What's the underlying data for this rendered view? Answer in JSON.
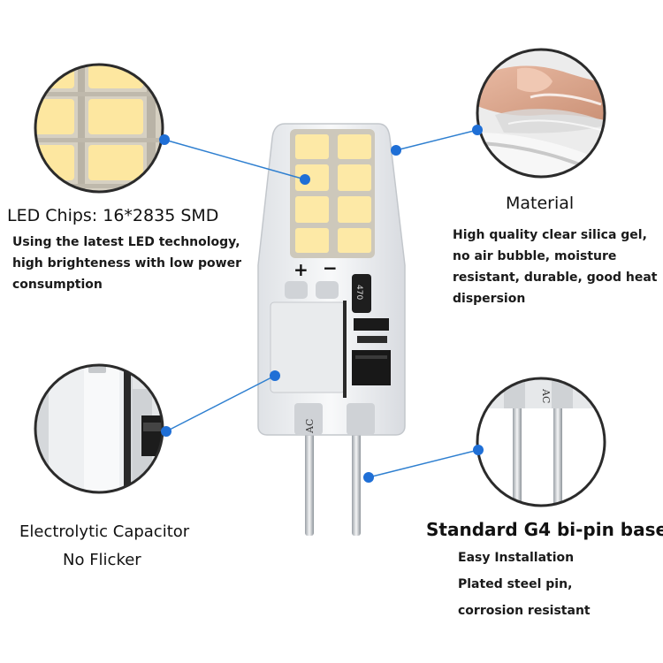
{
  "callouts": {
    "led": {
      "title": "LED Chips: 16*2835 SMD",
      "lines": [
        "Using the latest LED technology,",
        "high brighteness with low power",
        "consumption"
      ]
    },
    "material": {
      "title": "Material",
      "lines": [
        "High quality clear silica gel,",
        "no air bubble, moisture",
        "resistant, durable, good heat",
        "dispersion"
      ]
    },
    "capacitor": {
      "title": "Electrolytic Capacitor",
      "subtitle": "No Flicker"
    },
    "base": {
      "title": "Standard G4 bi-pin base",
      "lines": [
        "Easy Installation",
        "Plated steel pin,",
        "corrosion resistant"
      ]
    }
  },
  "bulb": {
    "plus_mark": "+",
    "minus_mark": "−",
    "resistor_code": "470",
    "ac_mark": "AC"
  },
  "detail_base": {
    "ac_mark": "AC"
  },
  "colors": {
    "led_chip": "#fde9a6",
    "led_frame": "#d9d4c8",
    "pointer_line": "#2e7fd0",
    "pointer_dot": "#1f6fd6",
    "bulb_body": "#eef0f2"
  }
}
